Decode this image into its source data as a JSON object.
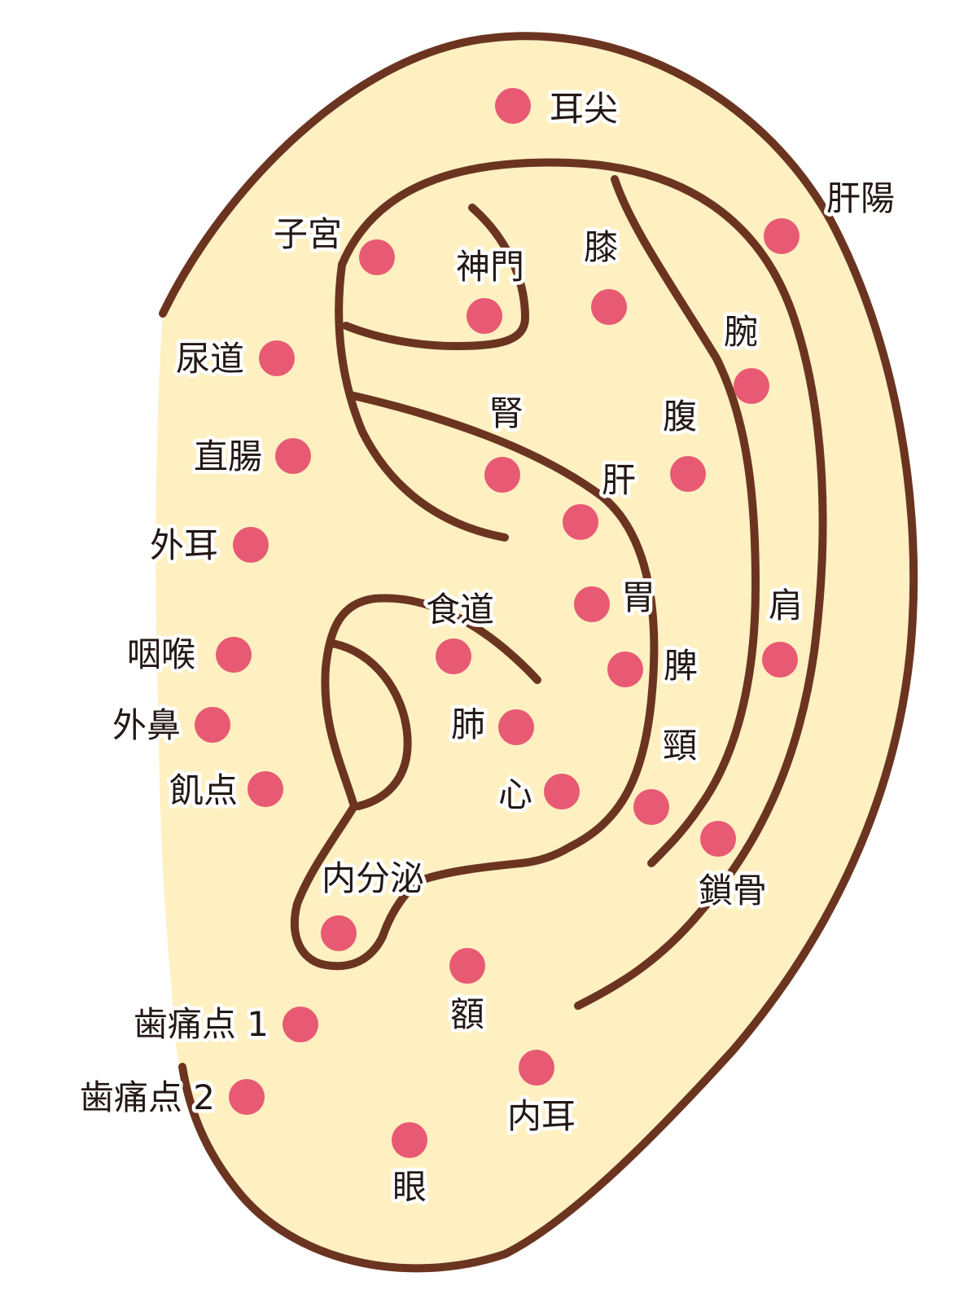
{
  "colors": {
    "ear_fill": "#FFF0C2",
    "line": "#6B3420",
    "dot": "#E85A73"
  },
  "points": [
    {
      "id": "ear-apex",
      "label": "耳尖"
    },
    {
      "id": "liver-yang",
      "label": "肝陽"
    },
    {
      "id": "uterus",
      "label": "子宮"
    },
    {
      "id": "shenmen",
      "label": "神門"
    },
    {
      "id": "knee",
      "label": "膝"
    },
    {
      "id": "urethra",
      "label": "尿道"
    },
    {
      "id": "wrist",
      "label": "腕"
    },
    {
      "id": "kidney",
      "label": "腎"
    },
    {
      "id": "abdomen",
      "label": "腹"
    },
    {
      "id": "rectum",
      "label": "直腸"
    },
    {
      "id": "liver",
      "label": "肝"
    },
    {
      "id": "external-ear",
      "label": "外耳"
    },
    {
      "id": "esophagus",
      "label": "食道"
    },
    {
      "id": "stomach",
      "label": "胃"
    },
    {
      "id": "shoulder",
      "label": "肩"
    },
    {
      "id": "pharynx",
      "label": "咽喉"
    },
    {
      "id": "spleen",
      "label": "脾"
    },
    {
      "id": "external-nose",
      "label": "外鼻"
    },
    {
      "id": "lung",
      "label": "肺"
    },
    {
      "id": "neck",
      "label": "頸"
    },
    {
      "id": "hunger-point",
      "label": "飢点"
    },
    {
      "id": "heart",
      "label": "心"
    },
    {
      "id": "clavicle",
      "label": "鎖骨"
    },
    {
      "id": "endocrine",
      "label": "内分泌"
    },
    {
      "id": "forehead",
      "label": "額"
    },
    {
      "id": "toothache-1",
      "label": "歯痛点 1"
    },
    {
      "id": "toothache-2",
      "label": "歯痛点 2"
    },
    {
      "id": "inner-ear",
      "label": "内耳"
    },
    {
      "id": "eye",
      "label": "眼"
    }
  ]
}
